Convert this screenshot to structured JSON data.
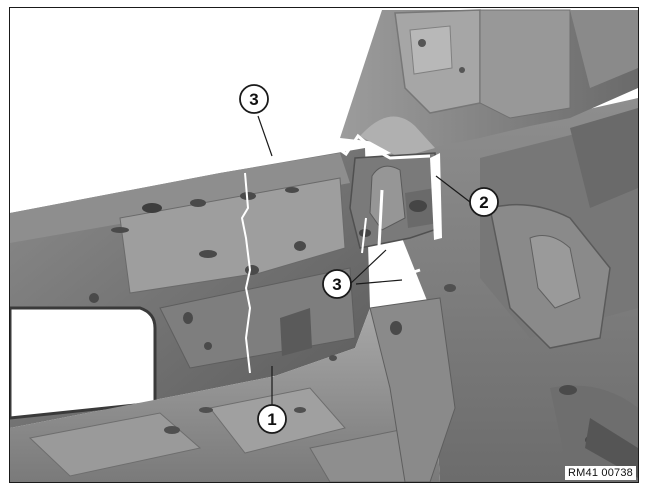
{
  "callouts": [
    {
      "label": "1",
      "ref": "callout-1"
    },
    {
      "label": "2",
      "ref": "callout-2"
    },
    {
      "label": "3",
      "ref": "callout-3-top"
    },
    {
      "label": "3",
      "ref": "callout-3-lower"
    }
  ],
  "reference_code": "RM41 00738",
  "colors": {
    "metal_dark": "#5e5e5e",
    "metal_mid": "#8a8a8a",
    "metal_light": "#b4b4b4",
    "highlight": "#dcdcdc",
    "seam_white": "#ffffff",
    "outline": "#1a1a1a"
  }
}
